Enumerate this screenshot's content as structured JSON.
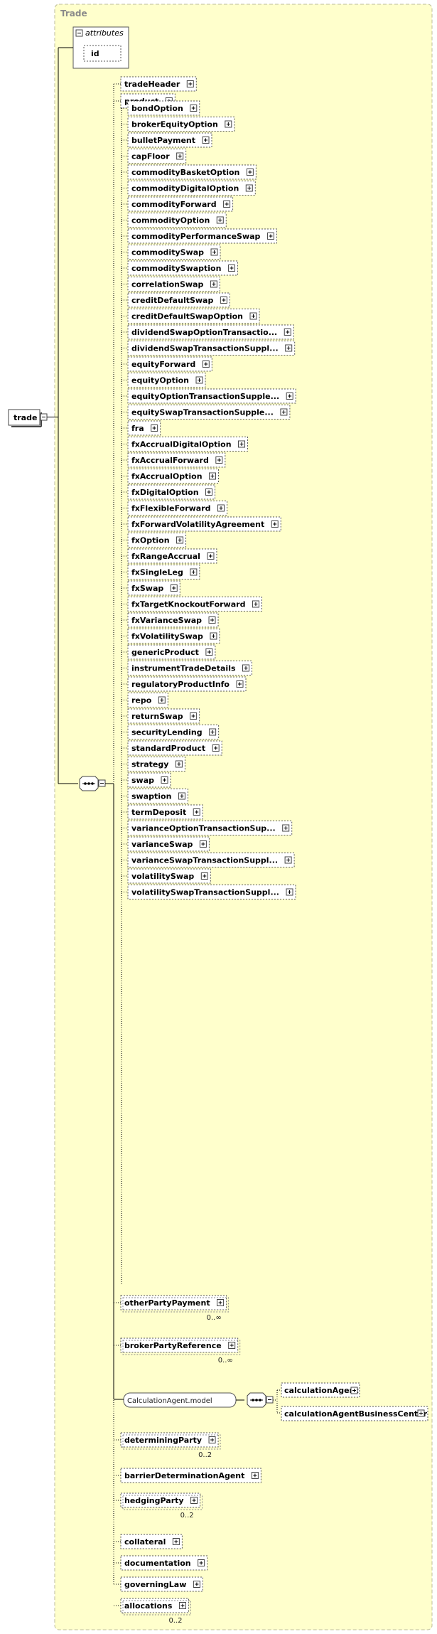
{
  "group_title": "Trade",
  "attributes_label": "attributes",
  "attribute_id": "id",
  "root_element": "trade",
  "choice_elements": [
    {
      "name": "bondOption",
      "required": false
    },
    {
      "name": "brokerEquityOption",
      "required": false
    },
    {
      "name": "bulletPayment",
      "required": false
    },
    {
      "name": "capFloor",
      "required": false
    },
    {
      "name": "commodityBasketOption",
      "required": false
    },
    {
      "name": "commodityDigitalOption",
      "required": false
    },
    {
      "name": "commodityForward",
      "required": false
    },
    {
      "name": "commodityOption",
      "required": false
    },
    {
      "name": "commodityPerformanceSwap",
      "required": false
    },
    {
      "name": "commoditySwap",
      "required": false
    },
    {
      "name": "commoditySwaption",
      "required": false
    },
    {
      "name": "correlationSwap",
      "required": false
    },
    {
      "name": "creditDefaultSwap",
      "required": false
    },
    {
      "name": "creditDefaultSwapOption",
      "required": false
    },
    {
      "name": "dividendSwapOptionTransactio...",
      "required": false
    },
    {
      "name": "dividendSwapTransactionSuppl...",
      "required": false
    },
    {
      "name": "equityForward",
      "required": false
    },
    {
      "name": "equityOption",
      "required": false
    },
    {
      "name": "equityOptionTransactionSupple...",
      "required": false
    },
    {
      "name": "equitySwapTransactionSupple...",
      "required": false
    },
    {
      "name": "fra",
      "required": false
    },
    {
      "name": "fxAccrualDigitalOption",
      "required": false
    },
    {
      "name": "fxAccrualForward",
      "required": false
    },
    {
      "name": "fxAccrualOption",
      "required": false
    },
    {
      "name": "fxDigitalOption",
      "required": false
    },
    {
      "name": "fxFlexibleForward",
      "required": false
    },
    {
      "name": "fxForwardVolatilityAgreement",
      "required": false
    },
    {
      "name": "fxOption",
      "required": false
    },
    {
      "name": "fxRangeAccrual",
      "required": false
    },
    {
      "name": "fxSingleLeg",
      "required": false
    },
    {
      "name": "fxSwap",
      "required": false
    },
    {
      "name": "fxTargetKnockoutForward",
      "required": false
    },
    {
      "name": "fxVarianceSwap",
      "required": false
    },
    {
      "name": "fxVolatilitySwap",
      "required": false
    },
    {
      "name": "genericProduct",
      "required": false
    },
    {
      "name": "instrumentTradeDetails",
      "required": false
    },
    {
      "name": "regulatoryProductInfo",
      "required": false
    },
    {
      "name": "repo",
      "required": false
    },
    {
      "name": "returnSwap",
      "required": false
    },
    {
      "name": "securityLending",
      "required": false
    },
    {
      "name": "standardProduct",
      "required": false
    },
    {
      "name": "strategy",
      "required": false
    },
    {
      "name": "swap",
      "required": false
    },
    {
      "name": "swaption",
      "required": false
    },
    {
      "name": "termDeposit",
      "required": false
    },
    {
      "name": "varianceOptionTransactionSup...",
      "required": false
    },
    {
      "name": "varianceSwap",
      "required": false
    },
    {
      "name": "varianceSwapTransactionSuppl...",
      "required": false
    },
    {
      "name": "volatilitySwap",
      "required": false
    },
    {
      "name": "volatilitySwapTransactionSuppl...",
      "required": false
    }
  ],
  "sequence_elements": [
    {
      "name": "tradeHeader",
      "cardinality": ""
    },
    {
      "name": "product",
      "cardinality": ""
    },
    {
      "name": "otherPartyPayment",
      "cardinality": "0..∞"
    },
    {
      "name": "brokerPartyReference",
      "cardinality": "0..∞"
    },
    {
      "name": "determiningParty",
      "cardinality": "0..2"
    },
    {
      "name": "barrierDeterminationAgent",
      "cardinality": ""
    },
    {
      "name": "hedgingParty",
      "cardinality": "0..2"
    },
    {
      "name": "collateral",
      "cardinality": ""
    },
    {
      "name": "documentation",
      "cardinality": ""
    },
    {
      "name": "governingLaw",
      "cardinality": ""
    },
    {
      "name": "allocations",
      "cardinality": "0..2"
    }
  ],
  "model_group": {
    "name": "CalculationAgent.model",
    "elements": [
      "calculationAgent",
      "calculationAgentBusinessCenter"
    ]
  }
}
